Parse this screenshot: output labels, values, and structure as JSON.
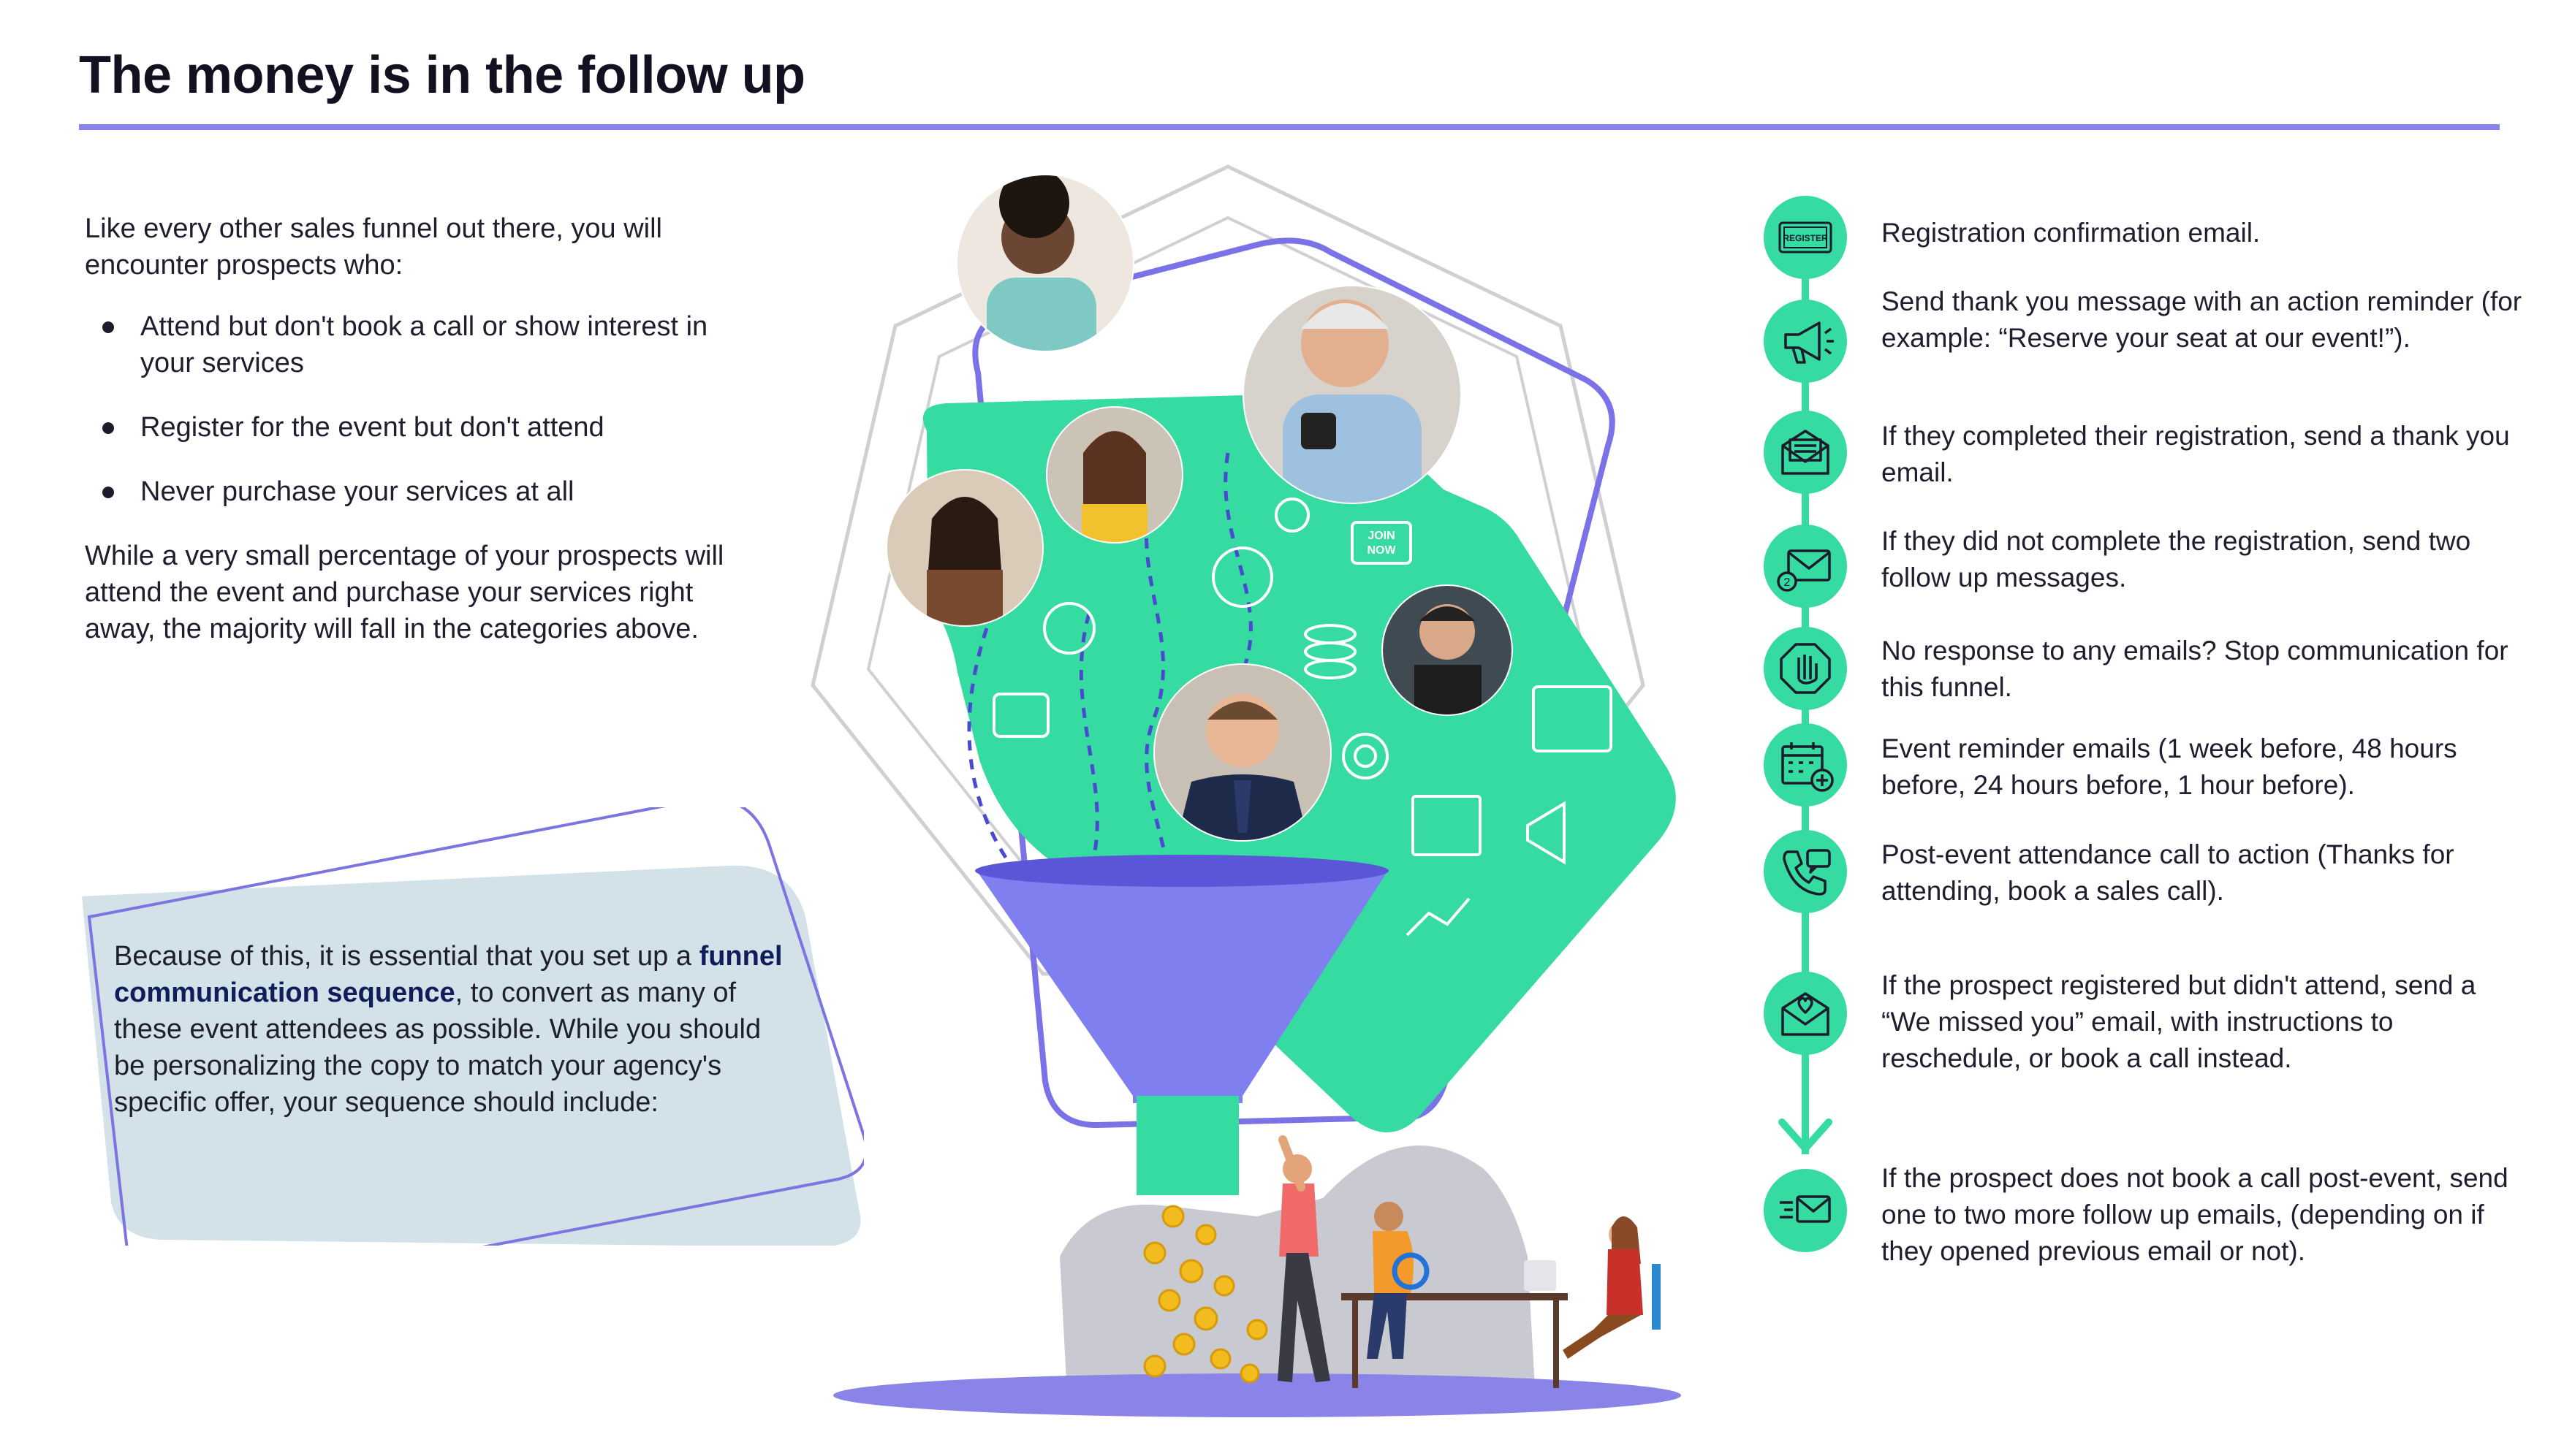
{
  "title": "The money is in the follow up",
  "intro": {
    "lead": "Like every other sales funnel out there, you will encounter prospects who:",
    "bullets": [
      "Attend but don't book a call or show interest in your services",
      "Register for the event but don't attend",
      "Never purchase your services at all"
    ],
    "closing": "While a very small percentage of your prospects will attend the event and purchase your services right away, the majority will fall in the categories above."
  },
  "callout": {
    "before": "Because of this, it is essential that you set up a ",
    "highlight": "funnel communication sequence",
    "after": ", to convert as many of these event attendees as possible. While you should be personalizing the copy to match your agency's specific offer, your sequence should include:"
  },
  "illustration": {
    "join_badge_line1": "JOIN",
    "join_badge_line2": "NOW",
    "ticket_label": "REGISTER"
  },
  "steps": [
    {
      "icon": "register-ticket-icon",
      "text": "Registration confirmation email."
    },
    {
      "icon": "megaphone-icon",
      "text": "Send thank you message with an action reminder (for example: “Reserve your seat at our event!”)."
    },
    {
      "icon": "envelope-letter-icon",
      "text": "If they completed their registration, send a thank you email."
    },
    {
      "icon": "envelope-two-icon",
      "text": "If they did not complete the registration, send two follow up messages."
    },
    {
      "icon": "stop-hand-icon",
      "text": "No response to any emails? Stop communication for this funnel."
    },
    {
      "icon": "calendar-add-icon",
      "text": "Event reminder emails (1 week before, 48 hours before, 24 hours before, 1 hour before)."
    },
    {
      "icon": "phone-call-icon",
      "text": "Post-event attendance call to action (Thanks for attending, book a sales call)."
    },
    {
      "icon": "envelope-heart-icon",
      "text": "If the prospect registered but didn't attend, send a “We missed you” email, with instructions to reschedule, or book a call instead."
    },
    {
      "icon": "send-email-icon",
      "text": "If the prospect does not book a call post-event, send one to two more follow up emails, (depending on if they opened previous email or not)."
    }
  ],
  "colors": {
    "accent_green": "#36dba1",
    "accent_purple": "#8a84e8",
    "callout_blue": "#d2e2e8",
    "funnel_purple": "#7f7ff0"
  }
}
